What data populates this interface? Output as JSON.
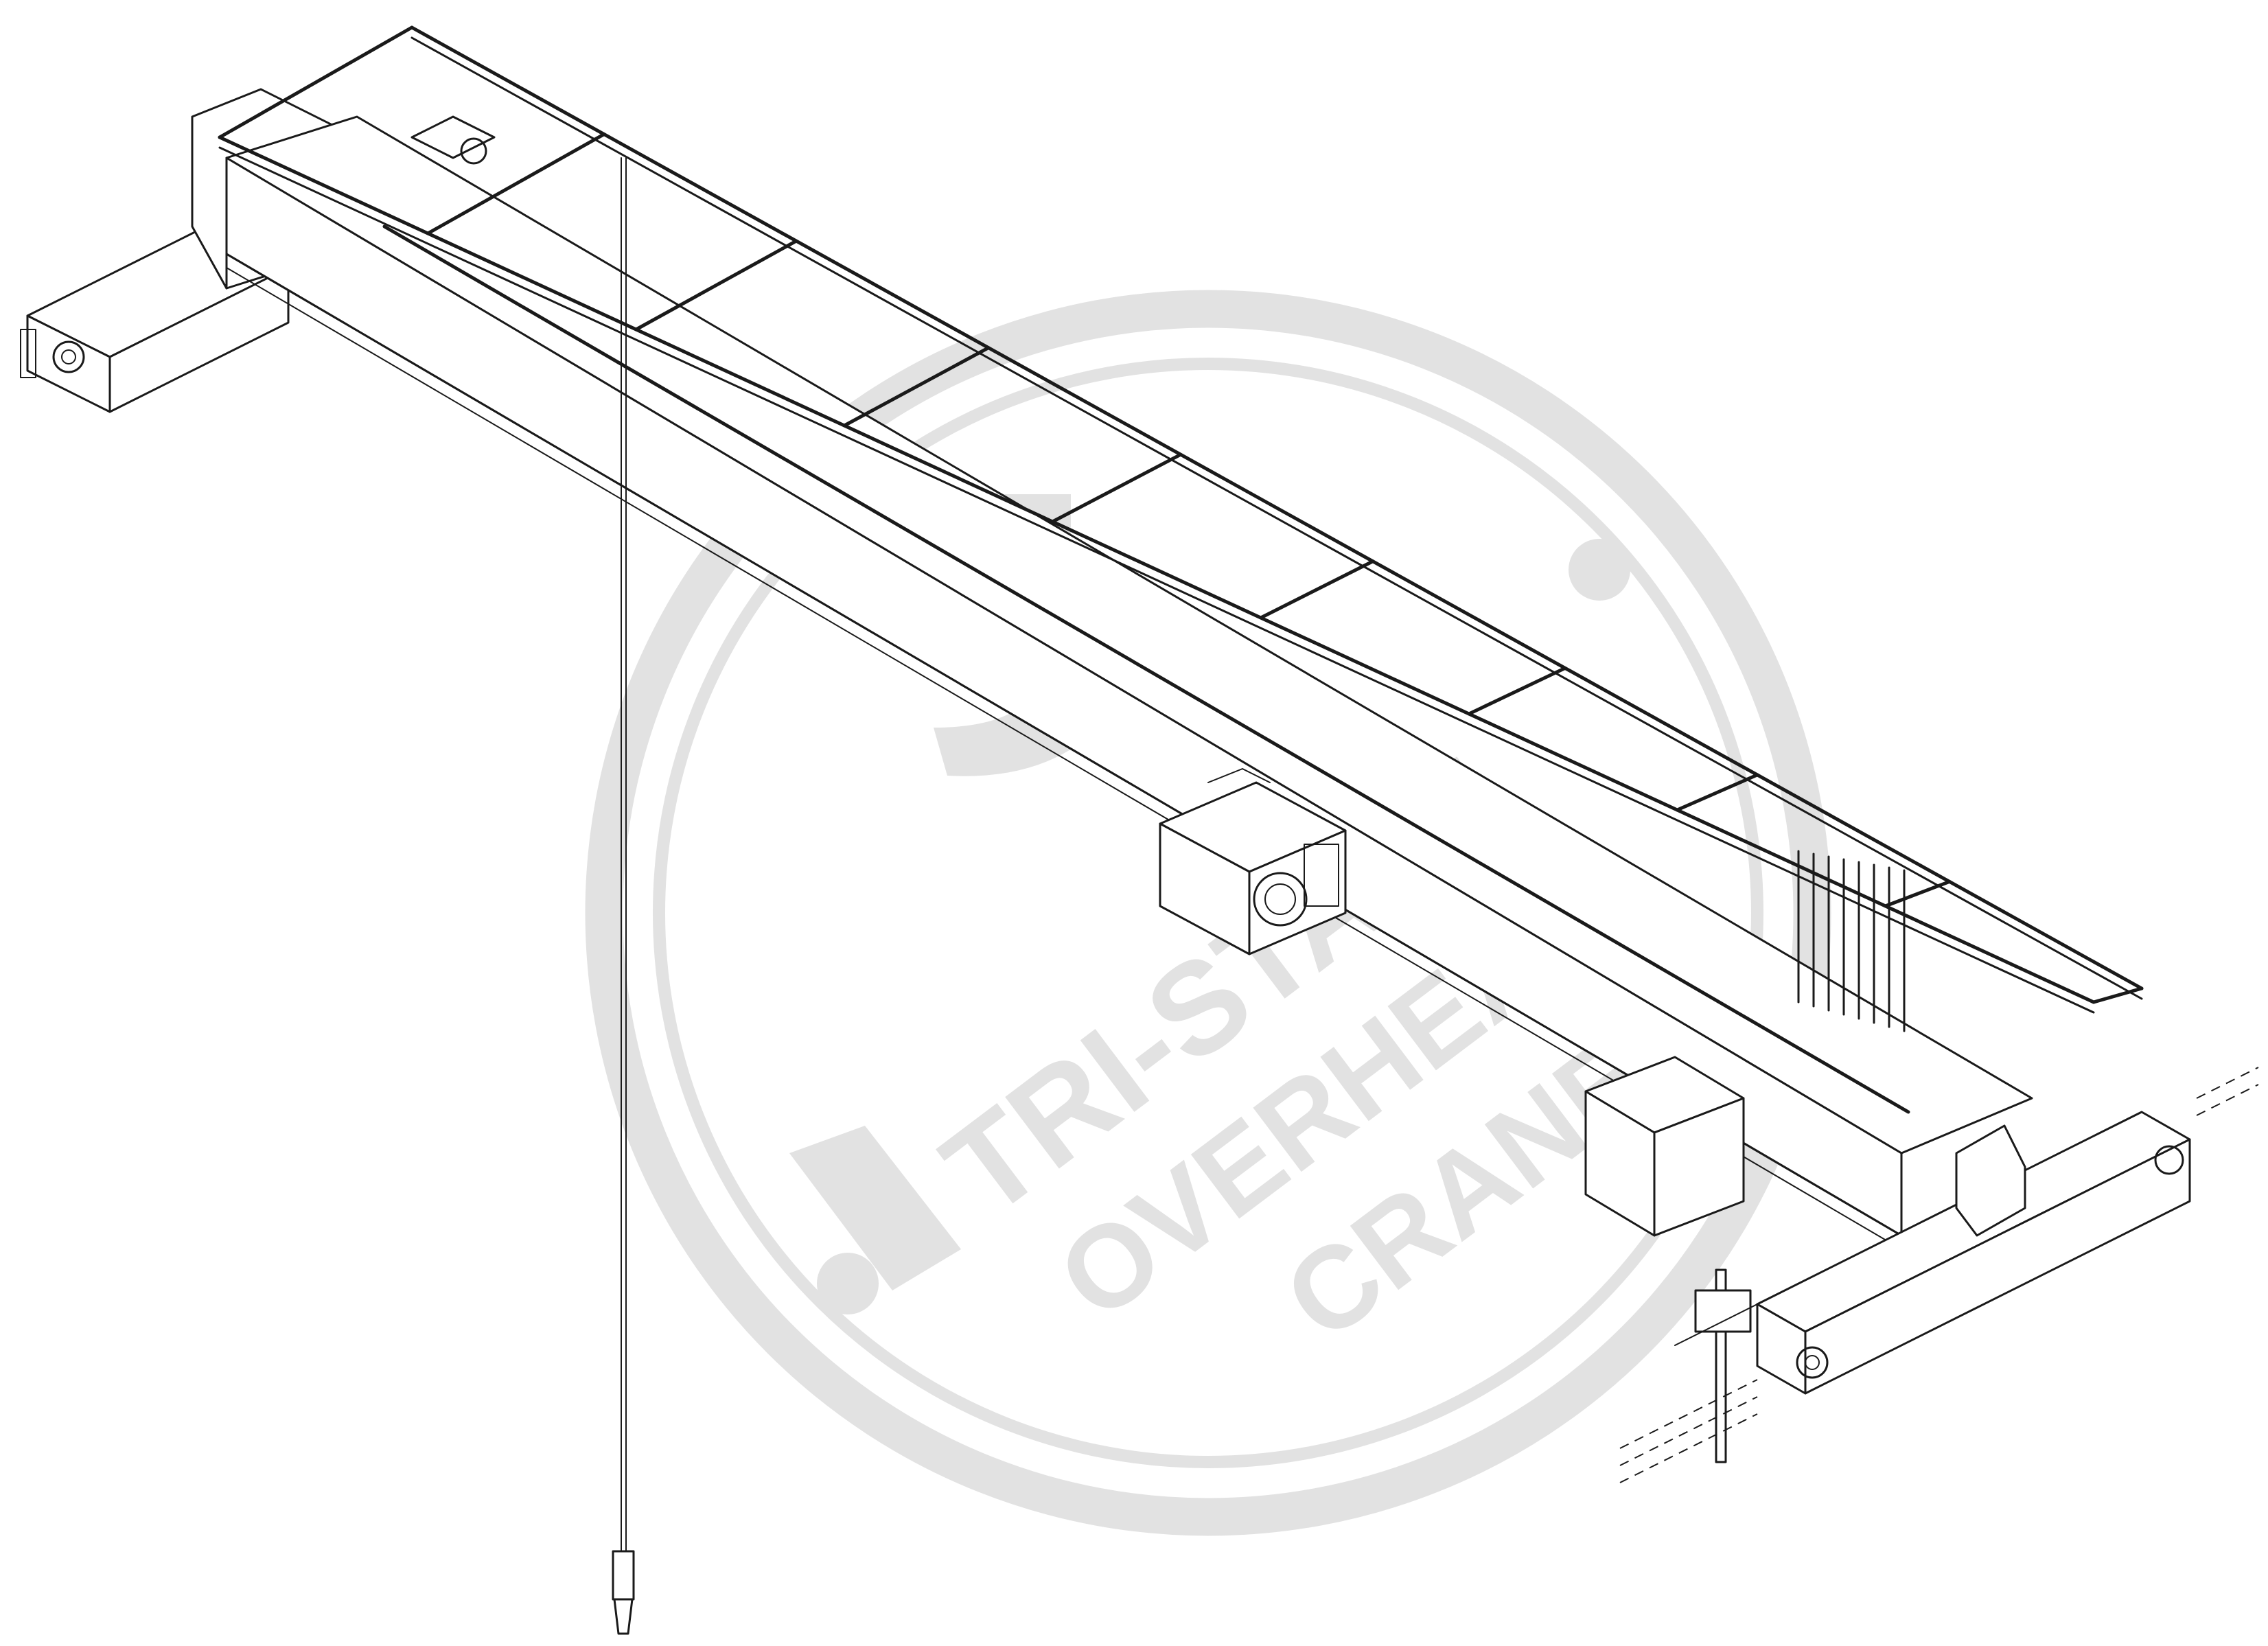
{
  "watermark": {
    "line1": "TRI-STATE",
    "line2": "OVERHEAD",
    "line3": "CRANE",
    "color": "#e2e2e2"
  },
  "drawing": {
    "line_color": "#1a1a1a",
    "background": "#ffffff"
  }
}
